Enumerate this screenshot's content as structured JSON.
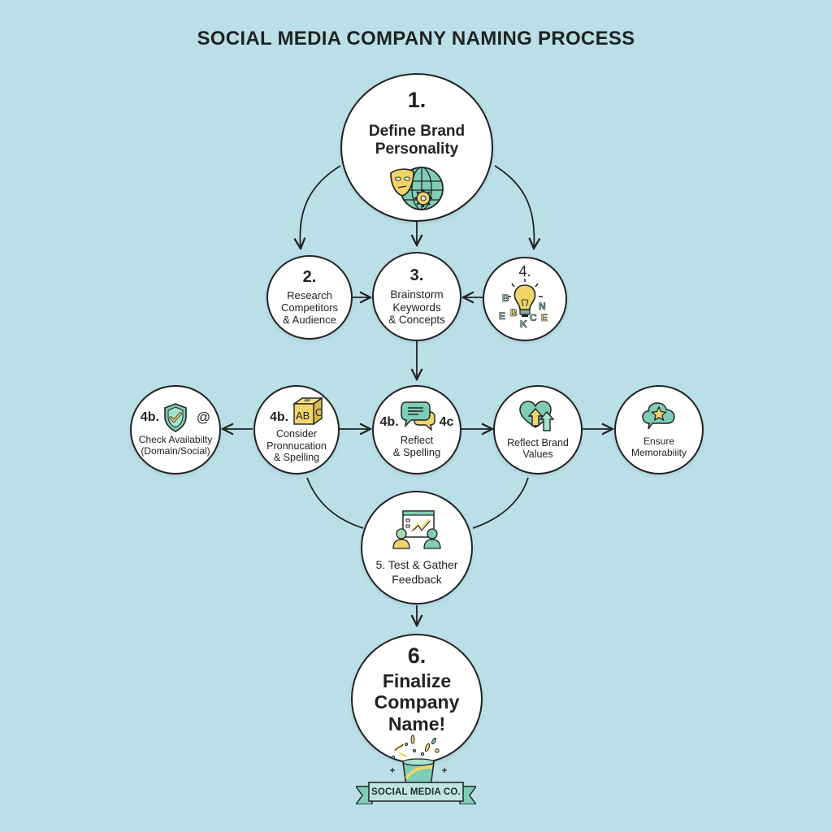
{
  "title": "SOCIAL MEDIA COMPANY NAMING PROCESS",
  "colors": {
    "background": "#badfe7",
    "teal": "#7fcdb7",
    "yellow": "#f1d56a",
    "outline": "#222222",
    "node_fill": "#ffffff"
  },
  "nodes": {
    "n1": {
      "number": "1.",
      "label_line1": "Define Brand",
      "label_line2": "Personality",
      "icon": "mask-globe-gear-icon"
    },
    "n2": {
      "number": "2.",
      "label_line1": "Research",
      "label_line2": "Competitors",
      "label_line3": "& Audience"
    },
    "n3": {
      "number": "3.",
      "label_line1": "Brainstorm",
      "label_line2": "Keywords",
      "label_line3": "& Concepts"
    },
    "n4": {
      "number": "4.",
      "icon": "lightbulb-letters-icon",
      "letters": [
        "B",
        "B",
        "N",
        "E",
        "K",
        "C",
        "E"
      ]
    },
    "n4b_check": {
      "number": "4b.",
      "at_symbol": "@",
      "label_line1": "Check Availabilty",
      "label_line2": "(Domain/Social)",
      "icon": "shield-check-icon"
    },
    "n4b_consider": {
      "number": "4b.",
      "label_line1": "Consider",
      "label_line2": "Pronnucation",
      "label_line3": "& Spelling",
      "icon": "abc-block-icon",
      "block_letters": [
        "A",
        "B",
        "C"
      ]
    },
    "n4b_reflect": {
      "number_left": "4b.",
      "number_right": "4c",
      "label_line1": "Reflect",
      "label_line2": "& Spelling",
      "icon": "speech-bubbles-icon"
    },
    "n_values": {
      "label_line1": "Reflect Brand",
      "label_line2": "Values",
      "icon": "heart-arrows-icon"
    },
    "n_memo": {
      "label_line1": "Ensure",
      "label_line2": "Memorabiiity",
      "icon": "cloud-star-icon"
    },
    "n5": {
      "label_line1": "5. Test & Gather",
      "label_line2": "Feedback",
      "icon": "presentation-people-icon"
    },
    "n6": {
      "number": "6.",
      "label_line1": "Finalize",
      "label_line2": "Company",
      "label_line3": "Name!",
      "icon": "celebration-cup-icon"
    }
  },
  "banner": {
    "text": "SOCIAL MEDIA CO."
  }
}
